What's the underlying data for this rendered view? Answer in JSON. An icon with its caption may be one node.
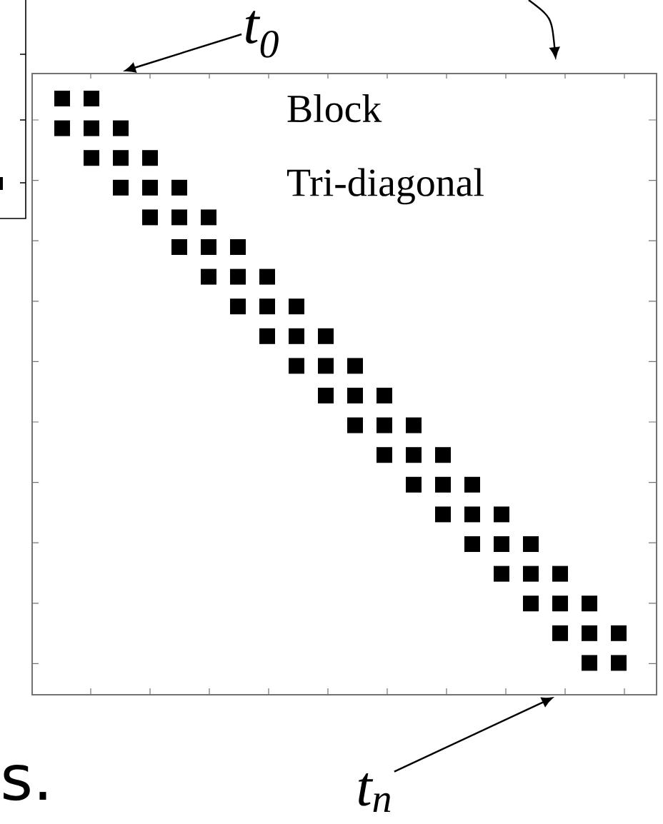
{
  "diagram": {
    "nodes": [
      {
        "text": [
          "*t*$_{0}$"
        ]
      },
      {
        "text": [
          "Block Tri-diagonal"
        ]
      },
      {
        "text": [
          "*t*$_{n}$"
        ]
      }
    ],
    "edges": [
      {
        "from": 0,
        "to": 1,
        "arrow": "to"
      },
      {
        "from": null,
        "to": 1,
        "arrow": "to"
      },
      {
        "from": 2,
        "to": 1,
        "arrow": "to"
      }
    ],
    "labels": [
      "s."
    ]
  }
}
